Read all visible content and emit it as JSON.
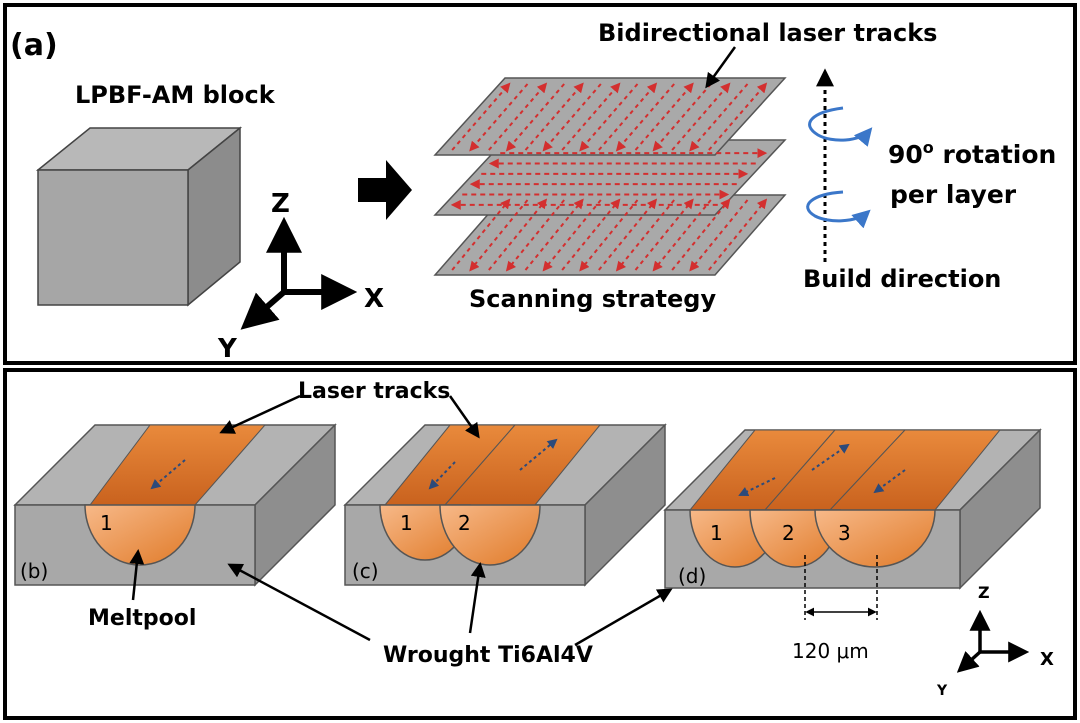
{
  "panel_a": {
    "tag": "(a)",
    "block_label": "LPBF-AM block",
    "axis_z": "Z",
    "axis_x": "X",
    "axis_y": "Y",
    "tracks_label": "Bidirectional laser tracks",
    "scanning_label": "Scanning strategy",
    "rotation_line1": "90",
    "rotation_sup": "o",
    "rotation_line1_rest": " rotation",
    "rotation_line2": "per layer",
    "build_label": "Build direction"
  },
  "panel_bcd": {
    "laser_tracks_label": "Laser tracks",
    "tag_b": "(b)",
    "tag_c": "(c)",
    "tag_d": "(d)",
    "meltpool_label": "Meltpool",
    "substrate_label": "Wrought Ti6Al4V",
    "pool_b": [
      "1"
    ],
    "pool_c": [
      "1",
      "2"
    ],
    "pool_d": [
      "1",
      "2",
      "3"
    ],
    "spacing_label": "120 μm",
    "axis_z": "Z",
    "axis_x": "X",
    "axis_y": "Y"
  },
  "colors": {
    "frame": "#000000",
    "block_front": "#a6a6a6",
    "block_top": "#b8b8b8",
    "block_side": "#8c8c8c",
    "layer_plate": "#a9a9a9",
    "track_arrows": "#d32f2f",
    "rotation_arrows": "#3b77c9",
    "melt_orange": "#e98a3c",
    "melt_light": "#f7b989",
    "track_arrow_dark": "#2c4a7a"
  }
}
